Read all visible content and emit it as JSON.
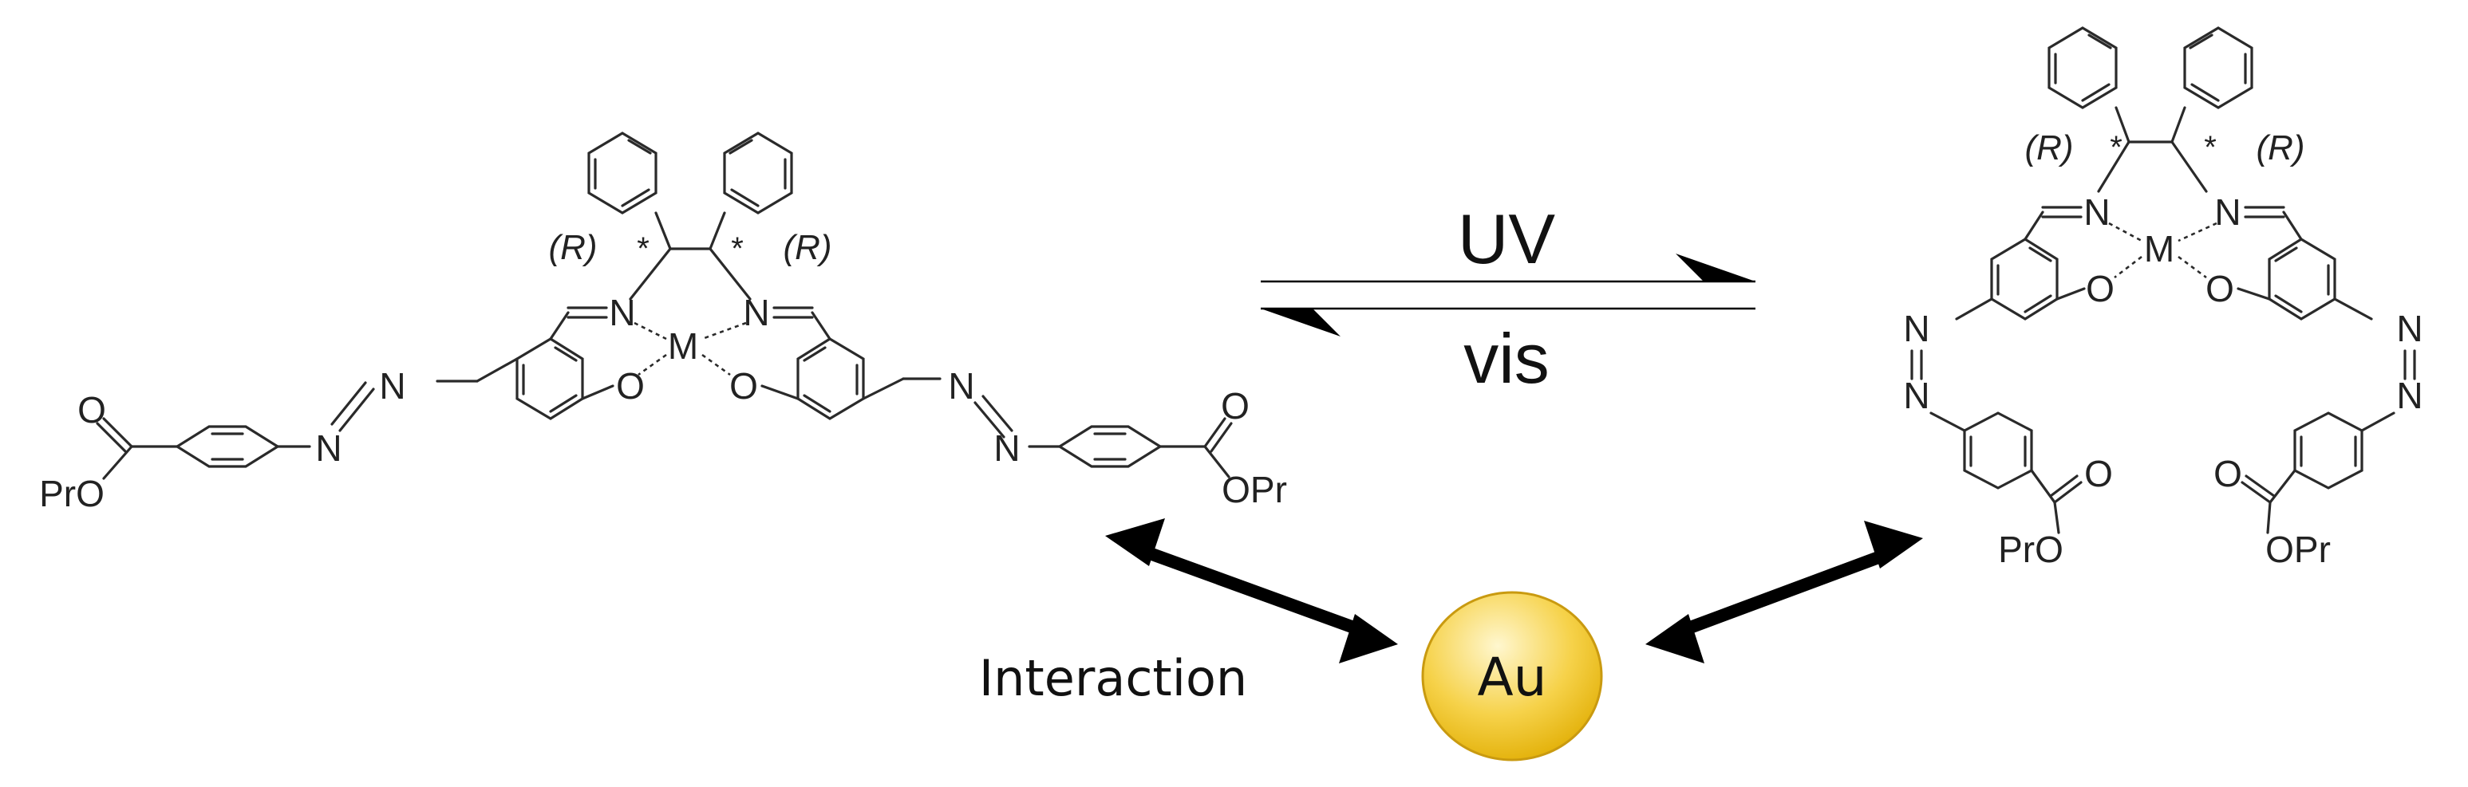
{
  "labels": {
    "uv": "UV",
    "vis": "vis",
    "interaction": "Interaction",
    "gold": "Au",
    "metal": "M",
    "nitrogen": "N",
    "oxygen": "O",
    "stereo": "(R)",
    "stereo_mark": "*",
    "ester_left": "PrO",
    "ester_right": "OPr"
  },
  "colors": {
    "bond": "#2a2a2a",
    "au_fill_top": "#fff6c8",
    "au_fill_bottom": "#e6b200",
    "au_stroke": "#c28f00"
  }
}
